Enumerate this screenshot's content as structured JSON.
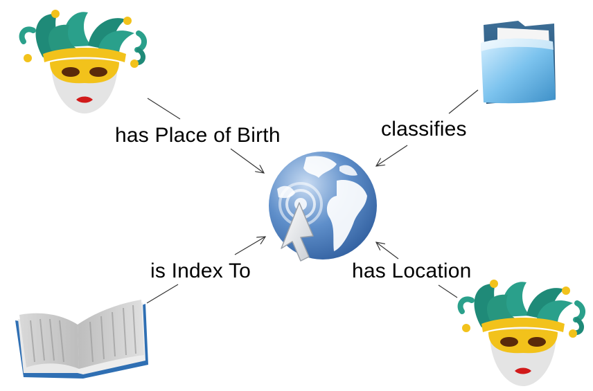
{
  "diagram": {
    "edges": [
      {
        "id": "place-of-birth",
        "label": "has Place of Birth"
      },
      {
        "id": "classifies",
        "label": "classifies"
      },
      {
        "id": "index-to",
        "label": "is Index To"
      },
      {
        "id": "location",
        "label": "has Location"
      }
    ],
    "nodes": {
      "center": {
        "icon": "globe-cursor-icon"
      },
      "top_left": {
        "icon": "jester-mask-icon"
      },
      "top_right": {
        "icon": "folder-icon"
      },
      "bottom_left": {
        "icon": "open-book-icon"
      },
      "bottom_right": {
        "icon": "jester-mask-icon"
      }
    },
    "colors": {
      "jester_green": "#1f8a78",
      "jester_gold": "#f2c21b",
      "globe_blue": "#4f7fc0",
      "folder_blue": "#6fb8e8",
      "book_gray": "#c9c9c9",
      "book_edge_blue": "#2f6fb3",
      "arrow_gray": "#333333"
    }
  }
}
